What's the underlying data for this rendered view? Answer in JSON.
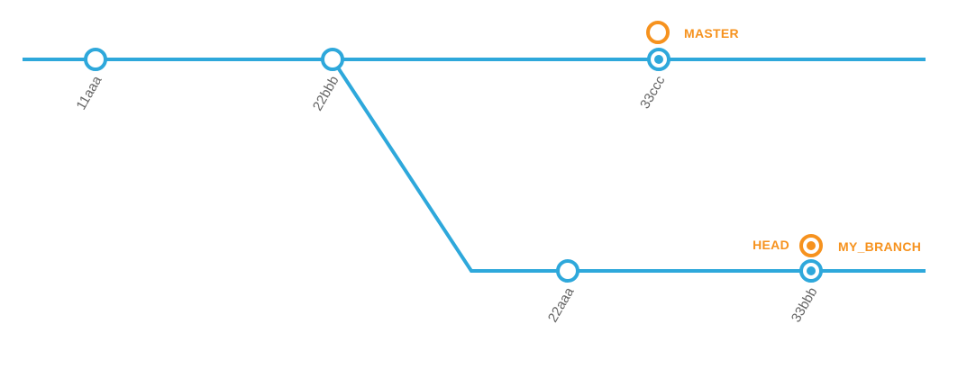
{
  "colors": {
    "branch_line": "#2ea8db",
    "ref_marker": "#f6921e",
    "commit_label": "#666666",
    "background": "#ffffff"
  },
  "commits": {
    "c11aaa": "11aaa",
    "c22bbb": "22bbb",
    "c33ccc": "33ccc",
    "c22aaa": "22aaa",
    "c33bbb": "33bbb"
  },
  "refs": {
    "master": "MASTER",
    "head": "HEAD",
    "my_branch": "MY_BRANCH"
  }
}
